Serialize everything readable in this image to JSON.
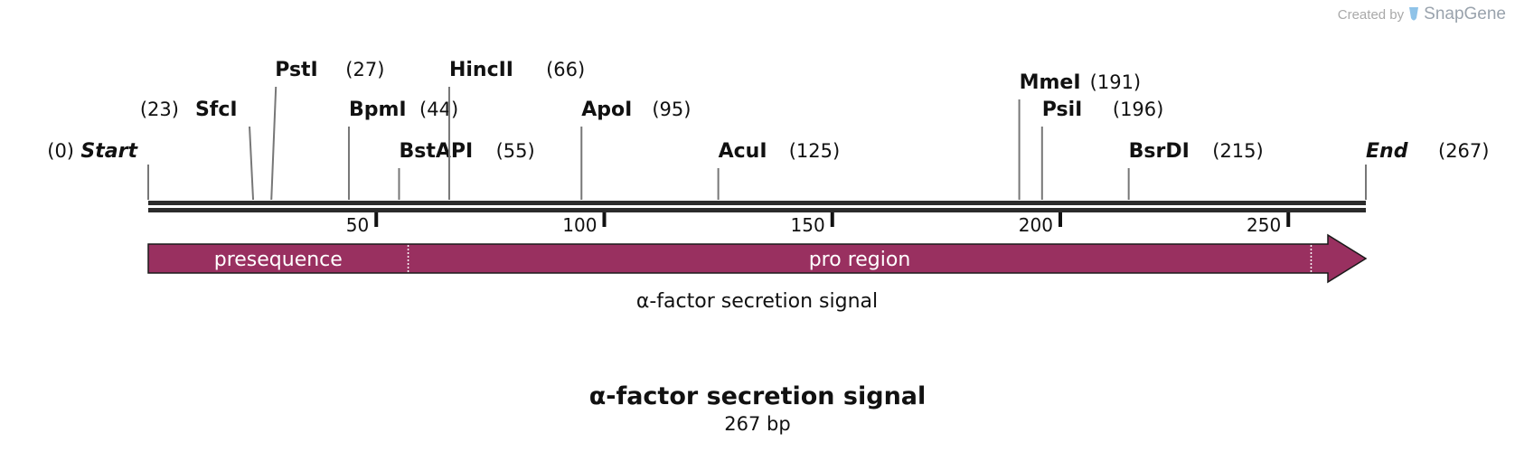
{
  "watermark": {
    "created_by": "Created by",
    "brand": "SnapGene"
  },
  "sequence": {
    "name": "α-factor secretion signal",
    "length_label": "267 bp",
    "length": 267
  },
  "ends": [
    {
      "label": "Start",
      "position": 0,
      "position_label": "(0)"
    },
    {
      "label": "End",
      "position": 267,
      "position_label": "(267)"
    }
  ],
  "enzymes": [
    {
      "name": "SfcI",
      "position": 23,
      "position_label": "(23)"
    },
    {
      "name": "PstI",
      "position": 27,
      "position_label": "(27)"
    },
    {
      "name": "BpmI",
      "position": 44,
      "position_label": "(44)"
    },
    {
      "name": "BstAPI",
      "position": 55,
      "position_label": "(55)"
    },
    {
      "name": "HincII",
      "position": 66,
      "position_label": "(66)"
    },
    {
      "name": "ApoI",
      "position": 95,
      "position_label": "(95)"
    },
    {
      "name": "AcuI",
      "position": 125,
      "position_label": "(125)"
    },
    {
      "name": "MmeI",
      "position": 191,
      "position_label": "(191)"
    },
    {
      "name": "PsiI",
      "position": 196,
      "position_label": "(196)"
    },
    {
      "name": "BsrDI",
      "position": 215,
      "position_label": "(215)"
    }
  ],
  "ruler_ticks": [
    {
      "value": 50,
      "label": "50"
    },
    {
      "value": 100,
      "label": "100"
    },
    {
      "value": 150,
      "label": "150"
    },
    {
      "value": 200,
      "label": "200"
    },
    {
      "value": 250,
      "label": "250"
    }
  ],
  "feature": {
    "name": "α-factor secretion signal",
    "start": 1,
    "end": 267,
    "color": "#993060",
    "segments": [
      {
        "label": "presequence",
        "start": 1,
        "end": 57
      },
      {
        "label": "pro region",
        "start": 57,
        "end": 255
      },
      {
        "label": "",
        "start": 255,
        "end": 267
      }
    ]
  }
}
